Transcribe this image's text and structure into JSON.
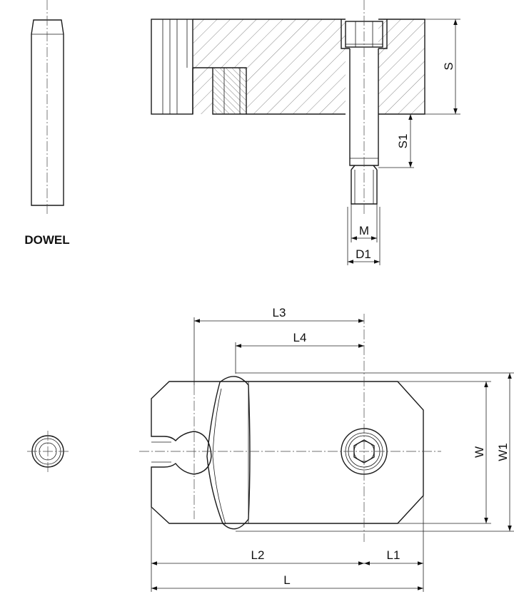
{
  "caption": "DOWEL",
  "dimensions": {
    "S": "S",
    "S1": "S1",
    "M": "M",
    "D1": "D1",
    "L3": "L3",
    "L4": "L4",
    "W": "W",
    "W1": "W1",
    "L2": "L2",
    "L1": "L1",
    "L": "L"
  }
}
